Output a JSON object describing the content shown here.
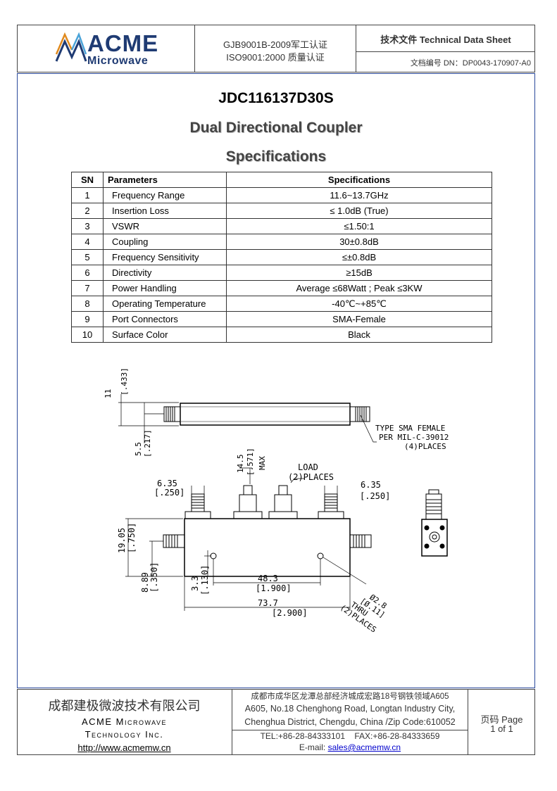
{
  "header": {
    "logo_main": "ACME",
    "logo_sub": "Microwave",
    "cert_line1": "GJB9001B-2009军工认证",
    "cert_line2": "ISO9001:2000  质量认证",
    "doc_type": "技术文件  Technical Data Sheet",
    "doc_number": "文档编号  DN：DP0043-170907-A0"
  },
  "title": {
    "model": "JDC116137D30S",
    "product": "Dual Directional Coupler",
    "section": "Specifications"
  },
  "spec_table": {
    "headers": [
      "SN",
      "Parameters",
      "Specifications"
    ],
    "rows": [
      {
        "sn": "1",
        "param": "Frequency Range",
        "value": "11.6~13.7GHz"
      },
      {
        "sn": "2",
        "param": "Insertion Loss",
        "value": "≤ 1.0dB (True)"
      },
      {
        "sn": "3",
        "param": "VSWR",
        "value": "≤1.50:1"
      },
      {
        "sn": "4",
        "param": "Coupling",
        "value": "30±0.8dB"
      },
      {
        "sn": "5",
        "param": "Frequency Sensitivity",
        "value": "≤±0.8dB"
      },
      {
        "sn": "6",
        "param": "Directivity",
        "value": "≥15dB"
      },
      {
        "sn": "7",
        "param": "Power Handling",
        "value": "Average ≤68Watt ; Peak ≤3KW"
      },
      {
        "sn": "8",
        "param": "Operating Temperature",
        "value": "-40℃~+85℃"
      },
      {
        "sn": "9",
        "param": "Port Connectors",
        "value": "SMA-Female"
      },
      {
        "sn": "10",
        "param": "Surface Color",
        "value": "Black"
      }
    ]
  },
  "drawing": {
    "dim_11": "11",
    "dim_11_in": "[.433]",
    "dim_55": "5.5",
    "dim_55_in": "[.217]",
    "connector_note_1": "TYPE SMA FEMALE",
    "connector_note_2": "PER MIL-C-39012",
    "connector_note_3": "(4)PLACES",
    "dim_145": "14.5",
    "dim_145_in": "[.571]",
    "dim_145_max": "MAX",
    "load_1": "LOAD",
    "load_2": "(2)PLACES",
    "dim_635_l": "6.35",
    "dim_635_l_in": "[.250]",
    "dim_635_r": "6.35",
    "dim_635_r_in": "[.250]",
    "dim_1905": "19.05",
    "dim_1905_in": "[.750]",
    "dim_889": "8.89",
    "dim_889_in": "[.350]",
    "dim_33": "3.3",
    "dim_33_in": "[.130]",
    "dim_483": "48.3",
    "dim_483_in": "[1.900]",
    "dim_737": "73.7",
    "dim_737_in": "[2.900]",
    "hole_1": "Ø2.8",
    "hole_2": "[Ø.11]",
    "hole_3": "THRU",
    "hole_4": "(2)PLACES"
  },
  "footer": {
    "company_cn": "成都建极微波技术有限公司",
    "company_en_1": "ACME Microwave",
    "company_en_2": "Technology Inc.",
    "website": "http://www.acmemw.cn",
    "address_cn": "成都市成华区龙潭总部经济城成宏路18号钢铁领域A605",
    "address_en_1": "A605, No.18 Chenghong Road, Longtan Industry City,",
    "address_en_2": "Chenghua District, Chengdu, China /Zip Code:610052",
    "tel": "TEL:+86-28-84333101    FAX:+86-28-84333659",
    "email_label": "E-mail: ",
    "email": "sales@acmemw.cn",
    "page_label": "页码  Page",
    "page_value": "1 of 1"
  },
  "colors": {
    "border": "#444444",
    "accent_blue": "#2b6cb0",
    "logo_dark": "#1f3b73"
  }
}
